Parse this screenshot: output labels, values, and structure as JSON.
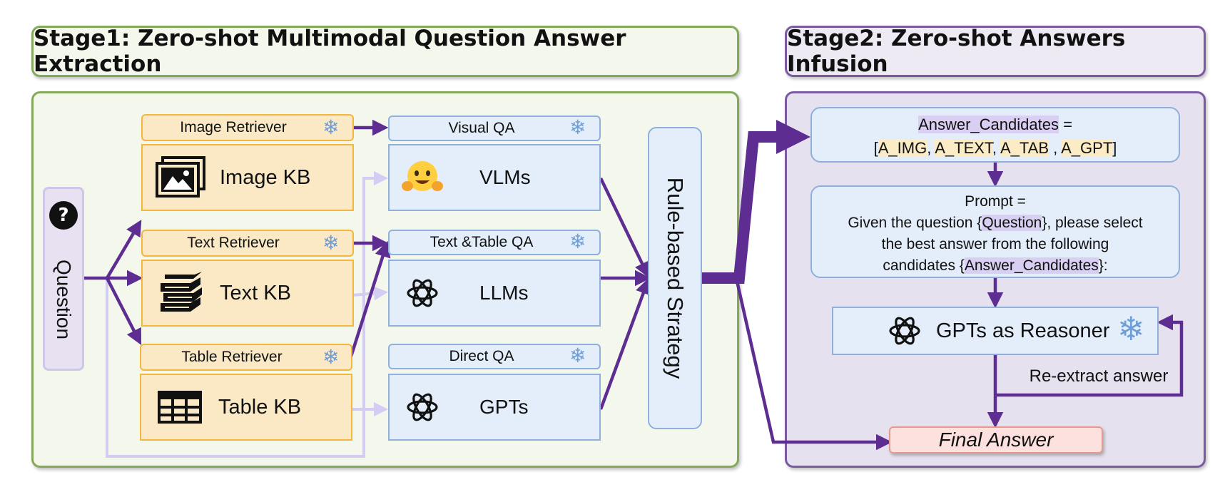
{
  "stage1": {
    "title": "Stage1: Zero-shot Multimodal Question Answer Extraction"
  },
  "stage2": {
    "title": "Stage2: Zero-shot Answers Infusion"
  },
  "question": {
    "label": "Question",
    "icon": "question-mark-icon"
  },
  "retrievers": [
    {
      "label": "Image Retriever",
      "icon": "snowflake-icon"
    },
    {
      "label": "Text Retriever",
      "icon": "snowflake-icon"
    },
    {
      "label": "Table Retriever",
      "icon": "snowflake-icon"
    }
  ],
  "kbs": [
    {
      "label": "Image KB",
      "icon": "image-gallery-icon"
    },
    {
      "label": "Text KB",
      "icon": "book-stack-icon"
    },
    {
      "label": "Table KB",
      "icon": "table-grid-icon"
    }
  ],
  "qa_modules": [
    {
      "label": "Visual QA",
      "icon": "snowflake-icon"
    },
    {
      "label": "Text &Table QA",
      "icon": "snowflake-icon"
    },
    {
      "label": "Direct QA",
      "icon": "snowflake-icon"
    }
  ],
  "models": [
    {
      "label": "VLMs",
      "icon": "hugging-face-icon"
    },
    {
      "label": "LLMs",
      "icon": "openai-logo-icon"
    },
    {
      "label": "GPTs",
      "icon": "openai-logo-icon"
    }
  ],
  "strategy": {
    "label": "Rule-based Strategy"
  },
  "candidates": {
    "var": "Answer_Candidates",
    "eq": " =",
    "open": "[",
    "items": [
      "A_IMG",
      "A_TEXT",
      "A_TAB",
      "A_GPT"
    ],
    "close": "]"
  },
  "prompt": {
    "line1": "Prompt =",
    "line2_pre": "Given the question {",
    "line2_var": "Question",
    "line2_post": "}, please select",
    "line3": "the best answer from the following",
    "line4_pre": "candidates {",
    "line4_var": "Answer_Candidates",
    "line4_post": "}:"
  },
  "reasoner": {
    "label": "GPTs as Reasoner",
    "icon": "openai-logo-icon",
    "frozen_icon": "snowflake-icon"
  },
  "reextract": {
    "label": "Re-extract answer"
  },
  "final_answer": {
    "label": "Final Answer"
  },
  "colors": {
    "stage1_green": "#86a85a",
    "stage2_purple": "#7a5aa0",
    "arrow_purple": "#5e2d91",
    "light_lavender": "#d4ccf2",
    "kb_orange": "#f4b73c",
    "qa_blue": "#8fb0dc"
  }
}
